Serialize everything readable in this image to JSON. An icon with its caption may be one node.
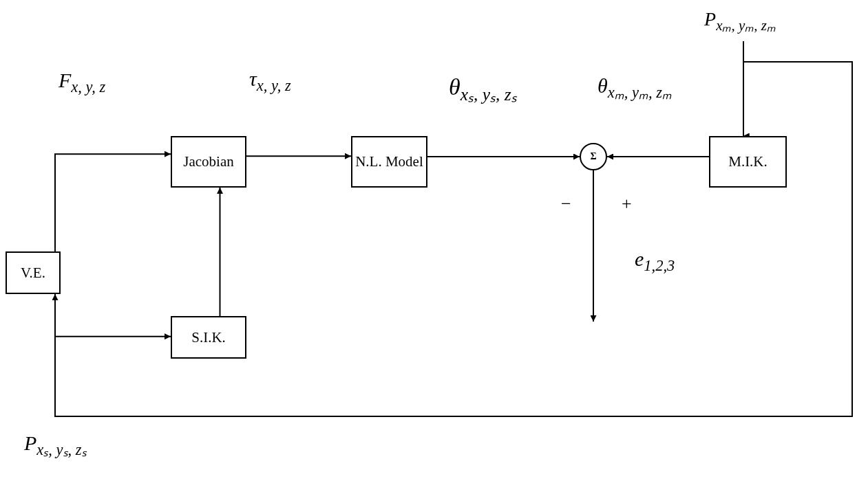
{
  "diagram": {
    "nodes": [
      {
        "text": [
          "V.E."
        ]
      },
      {
        "text": [
          "Jacobian"
        ]
      },
      {
        "text": [
          "N.L. Model"
        ]
      },
      {
        "text": [
          "Σ"
        ]
      },
      {
        "text": [
          "M.I.K."
        ]
      },
      {
        "text": [
          "S.I.K."
        ]
      },
      {
        "text": [
          "P$_{xₘ, yₘ, zₘ}$"
        ]
      }
    ],
    "edges": [
      {
        "from": 0,
        "to": 1,
        "arrow": "to"
      },
      {
        "from": 5,
        "to": 1,
        "arrow": "to"
      },
      {
        "from": 1,
        "to": 2,
        "arrow": "to"
      },
      {
        "from": 2,
        "to": 3,
        "arrow": "to"
      },
      {
        "from": 4,
        "to": 3,
        "arrow": "to"
      },
      {
        "from": 3,
        "to": null,
        "arrow": "to"
      },
      {
        "from": 6,
        "to": 4,
        "arrow": "to"
      },
      {
        "from": 6,
        "to": 0,
        "arrow": "to"
      },
      {
        "from": 6,
        "to": 5,
        "arrow": "to"
      }
    ],
    "labels": [
      "F$_{x, y, z}$",
      "τ$_{x, y, z}$",
      "θ$_{xₛ, yₛ, zₛ}$",
      "θ$_{xₘ, yₘ, zₘ}$",
      "−",
      "+",
      "e$_{1,2,3}$",
      "P$_{xₛ, yₛ, zₛ}$"
    ]
  }
}
